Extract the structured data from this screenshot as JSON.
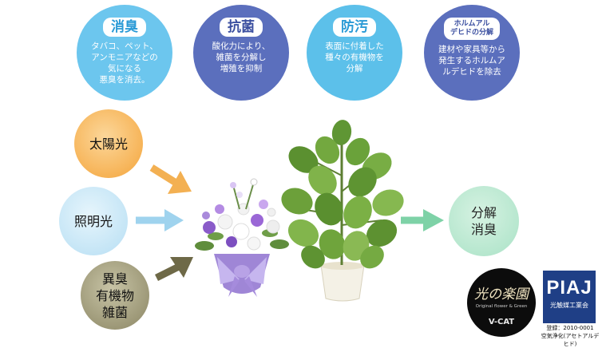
{
  "features": [
    {
      "title": "消臭",
      "desc": "タバコ、ペット、\nアンモニアなどの\n気になる\n悪臭を消去。"
    },
    {
      "title": "抗菌",
      "desc": "酸化力により、\n雑菌を分解し\n増殖を抑制"
    },
    {
      "title": "防汚",
      "desc": "表面に付着した\n種々の有機物を\n分解"
    },
    {
      "title": "ホルムアル\nデヒドの分解",
      "desc": "建材や家具等から\n発生するホルムア\nルデヒドを除去"
    }
  ],
  "inputs": {
    "sunlight": "太陽光",
    "room_light": "照明光",
    "odor": "異臭\n有機物\n雑菌"
  },
  "output": "分解\n消臭",
  "logos": {
    "vcat_line1": "光の楽園",
    "vcat_line2": "Original flower & Green",
    "vcat_brand": "V-CAT",
    "piaj": "PIAJ",
    "piaj_sub": "光触媒工業会",
    "registration": "登録：2010-0001",
    "registration_note": "空気浄化(アセトアルデヒド)"
  },
  "colors": {
    "feature_light": "#6cc6ee",
    "feature_dark": "#5b6fbd",
    "arrow_orange": "#f3b052",
    "arrow_blue": "#9fd3ee",
    "arrow_olive": "#6e6947",
    "arrow_green": "#7ed2a7"
  }
}
